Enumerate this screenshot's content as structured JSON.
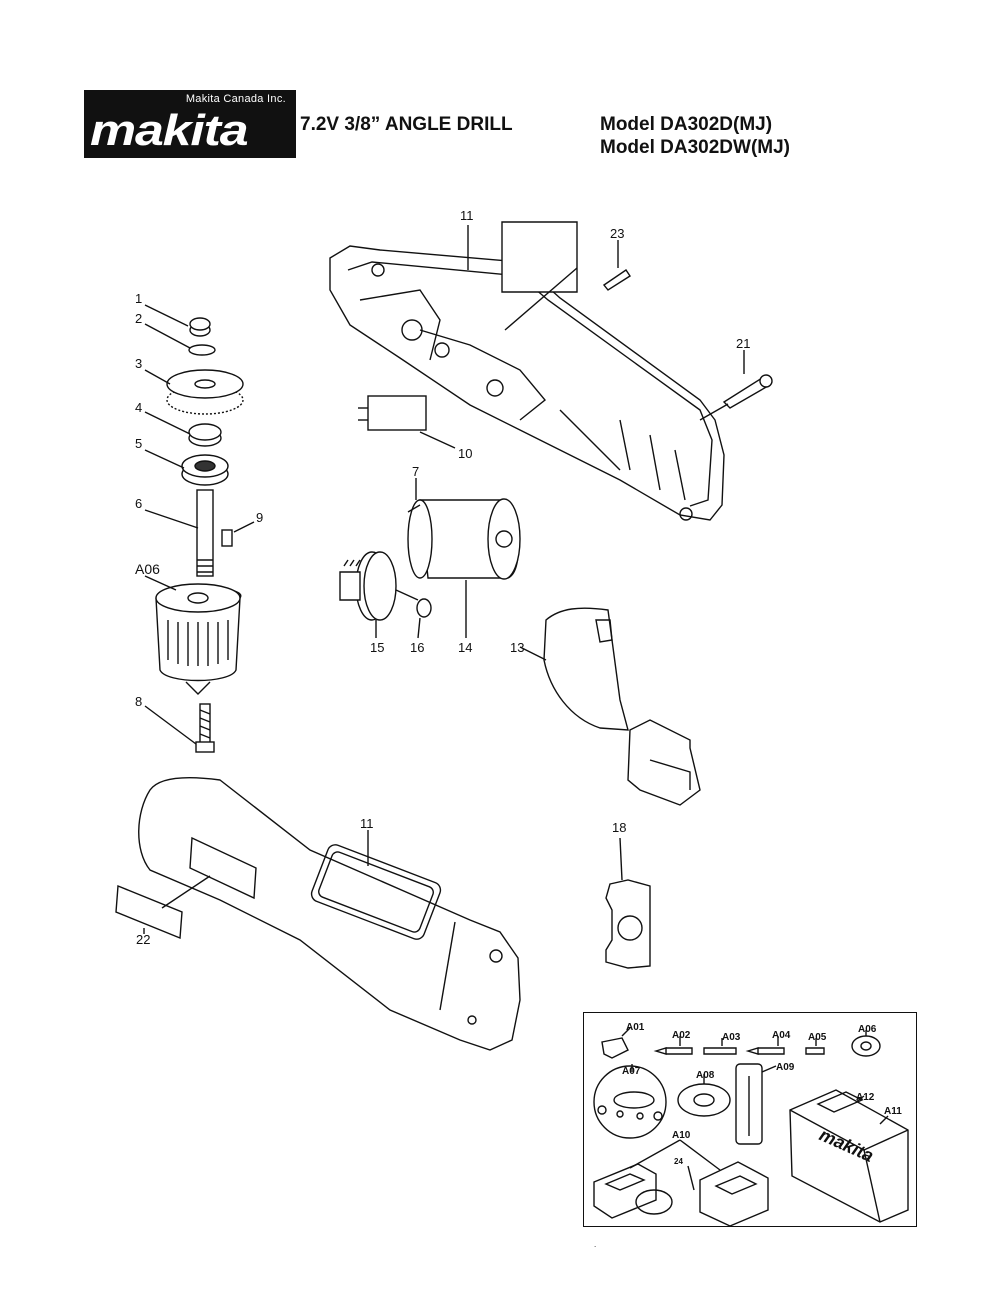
{
  "header": {
    "company": "Makita Canada Inc.",
    "brand": "makita",
    "title": "7.2V 3/8” ANGLE DRILL",
    "models": [
      "Model  DA302D(MJ)",
      "Model  DA302DW(MJ)"
    ]
  },
  "parts": {
    "p1": "1",
    "p2": "2",
    "p3": "3",
    "p4": "4",
    "p5": "5",
    "p6": "6",
    "p7": "7",
    "p8": "8",
    "p9": "9",
    "p10": "10",
    "p11a": "11",
    "p11b": "11",
    "p13": "13",
    "p14": "14",
    "p15": "15",
    "p16": "16",
    "p18": "18",
    "p21": "21",
    "p22": "22",
    "p23": "23",
    "pA06": "A06"
  },
  "accessories": {
    "A01": "A01",
    "A02": "A02",
    "A03": "A03",
    "A04": "A04",
    "A05": "A05",
    "A06": "A06",
    "A07": "A07",
    "A08": "A08",
    "A09": "A09",
    "A10": "A10",
    "A11": "A11",
    "A12": "A12",
    "n24": "24",
    "case_brand": "makita"
  },
  "footer": {
    "mark": "."
  }
}
